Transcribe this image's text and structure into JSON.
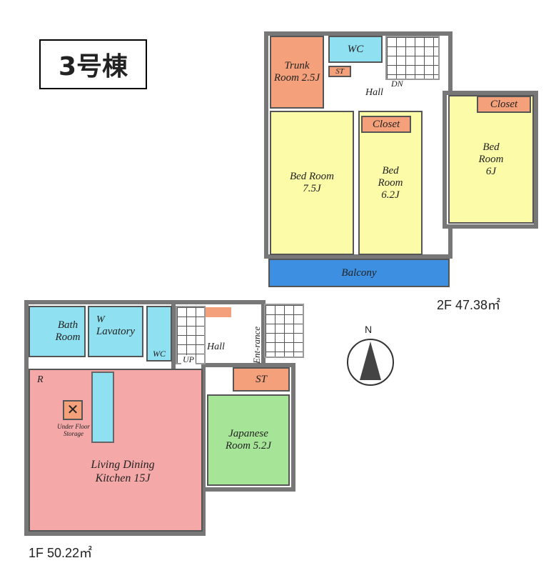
{
  "title": "3号棟",
  "floor2": {
    "area_label": "2F  47.38㎡",
    "rooms": {
      "trunk": "Trunk Room 2.5J",
      "wc": "WC",
      "st": "ST",
      "hall": "Hall",
      "dn": "DN",
      "closet1": "Closet",
      "closet2": "Closet",
      "bed1": "Bed Room 7.5J",
      "bed2": "Bed Room 6.2J",
      "bed3": "Bed Room 6J",
      "balcony": "Balcony"
    }
  },
  "floor1": {
    "area_label": "1F  50.22㎡",
    "rooms": {
      "bath": "Bath Room",
      "lavatory": "Lavatory",
      "w": "W",
      "wc": "WC",
      "up": "UP",
      "hall": "Hall",
      "entrance": "Ent-rance",
      "st": "ST",
      "japanese": "Japanese Room 5.2J",
      "r": "R",
      "storage": "Under Floor Storage",
      "ldk": "Living Dining Kitchen 15J"
    }
  },
  "compass": {
    "label": "N"
  },
  "colors": {
    "storage": "#f4a07a",
    "bedroom": "#fbfba8",
    "wet": "#8fe0f0",
    "ldk": "#f5a8a8",
    "japanese": "#a6e598",
    "balcony": "#3d8fe2"
  }
}
